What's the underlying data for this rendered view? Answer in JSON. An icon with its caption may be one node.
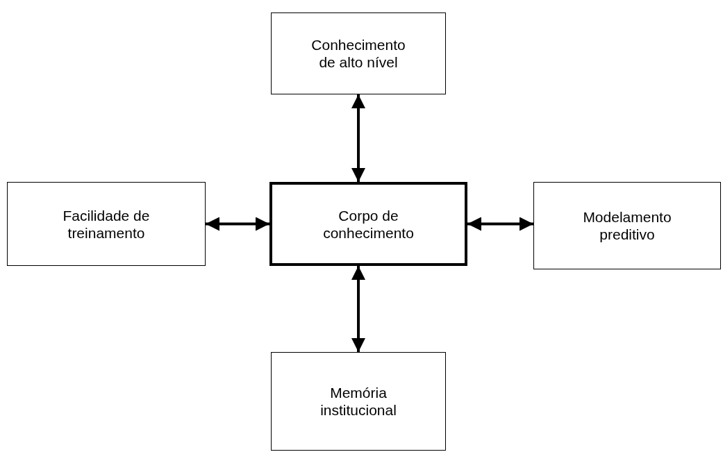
{
  "diagram": {
    "nodes": [
      {
        "text": [
          "Conhecimento de alto nível"
        ]
      },
      {
        "text": [
          "Facilidade de treinamento"
        ]
      },
      {
        "text": [
          "Corpo de conhecimento"
        ]
      },
      {
        "text": [
          "Modelamento preditivo"
        ]
      },
      {
        "text": [
          "Memória institucional"
        ]
      }
    ],
    "edges": [
      {
        "from": 2,
        "to": 0,
        "arrow": "both"
      },
      {
        "from": 1,
        "to": 2,
        "arrow": "both"
      },
      {
        "from": 2,
        "to": 3,
        "arrow": "both"
      },
      {
        "from": 2,
        "to": 4,
        "arrow": "both"
      }
    ]
  }
}
